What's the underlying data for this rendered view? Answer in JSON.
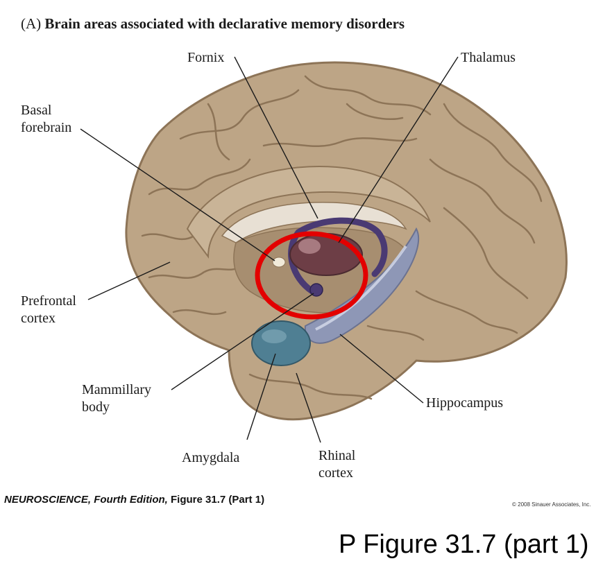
{
  "title": {
    "panel": "(A)",
    "text": "Brain areas associated with declarative memory disorders"
  },
  "labels": {
    "fornix": [
      "Fornix"
    ],
    "thalamus": [
      "Thalamus"
    ],
    "basal_forebrain": [
      "Basal",
      "forebrain"
    ],
    "prefrontal_cortex": [
      "Prefrontal",
      "cortex"
    ],
    "mammillary_body": [
      "Mammillary",
      "body"
    ],
    "hippocampus": [
      "Hippocampus"
    ],
    "amygdala": [
      "Amygdala"
    ],
    "rhinal_cortex": [
      "Rhinal",
      "cortex"
    ]
  },
  "footer": {
    "book": "NEUROSCIENCE,",
    "edition": "Fourth Edition,",
    "figure": "Figure 31.7 (Part 1)",
    "copyright": "© 2008 Sinauer Associates, Inc."
  },
  "caption": "P Figure 31.7 (part 1)",
  "colors": {
    "brain": "#bda586",
    "brain_shadow": "#8d7457",
    "thalamus": "#6d3e46",
    "fornix": "#4a3a73",
    "hippocampus": "#8e97b6",
    "amygdala": "#4f7f93",
    "highlight": "#e30000"
  }
}
